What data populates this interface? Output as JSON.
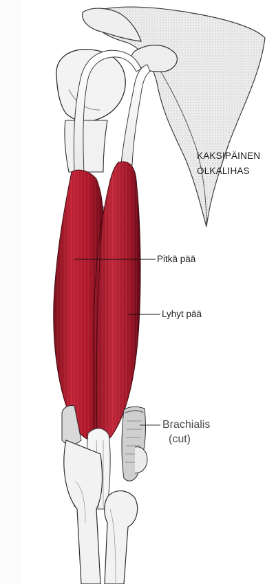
{
  "diagram": {
    "title_line1": "KAKSIPÄINEN",
    "title_line2": "OLKALIHAS",
    "labels": {
      "long_head": "Pitkä pää",
      "short_head": "Lyhyt pää",
      "brachialis_line1": "Brachialis",
      "brachialis_line2": "(cut)"
    },
    "colors": {
      "muscle": "#b0182c",
      "muscle_dark": "#7a0e1c",
      "bone": "#f2f2f2",
      "outline": "#2a2a2a"
    }
  }
}
